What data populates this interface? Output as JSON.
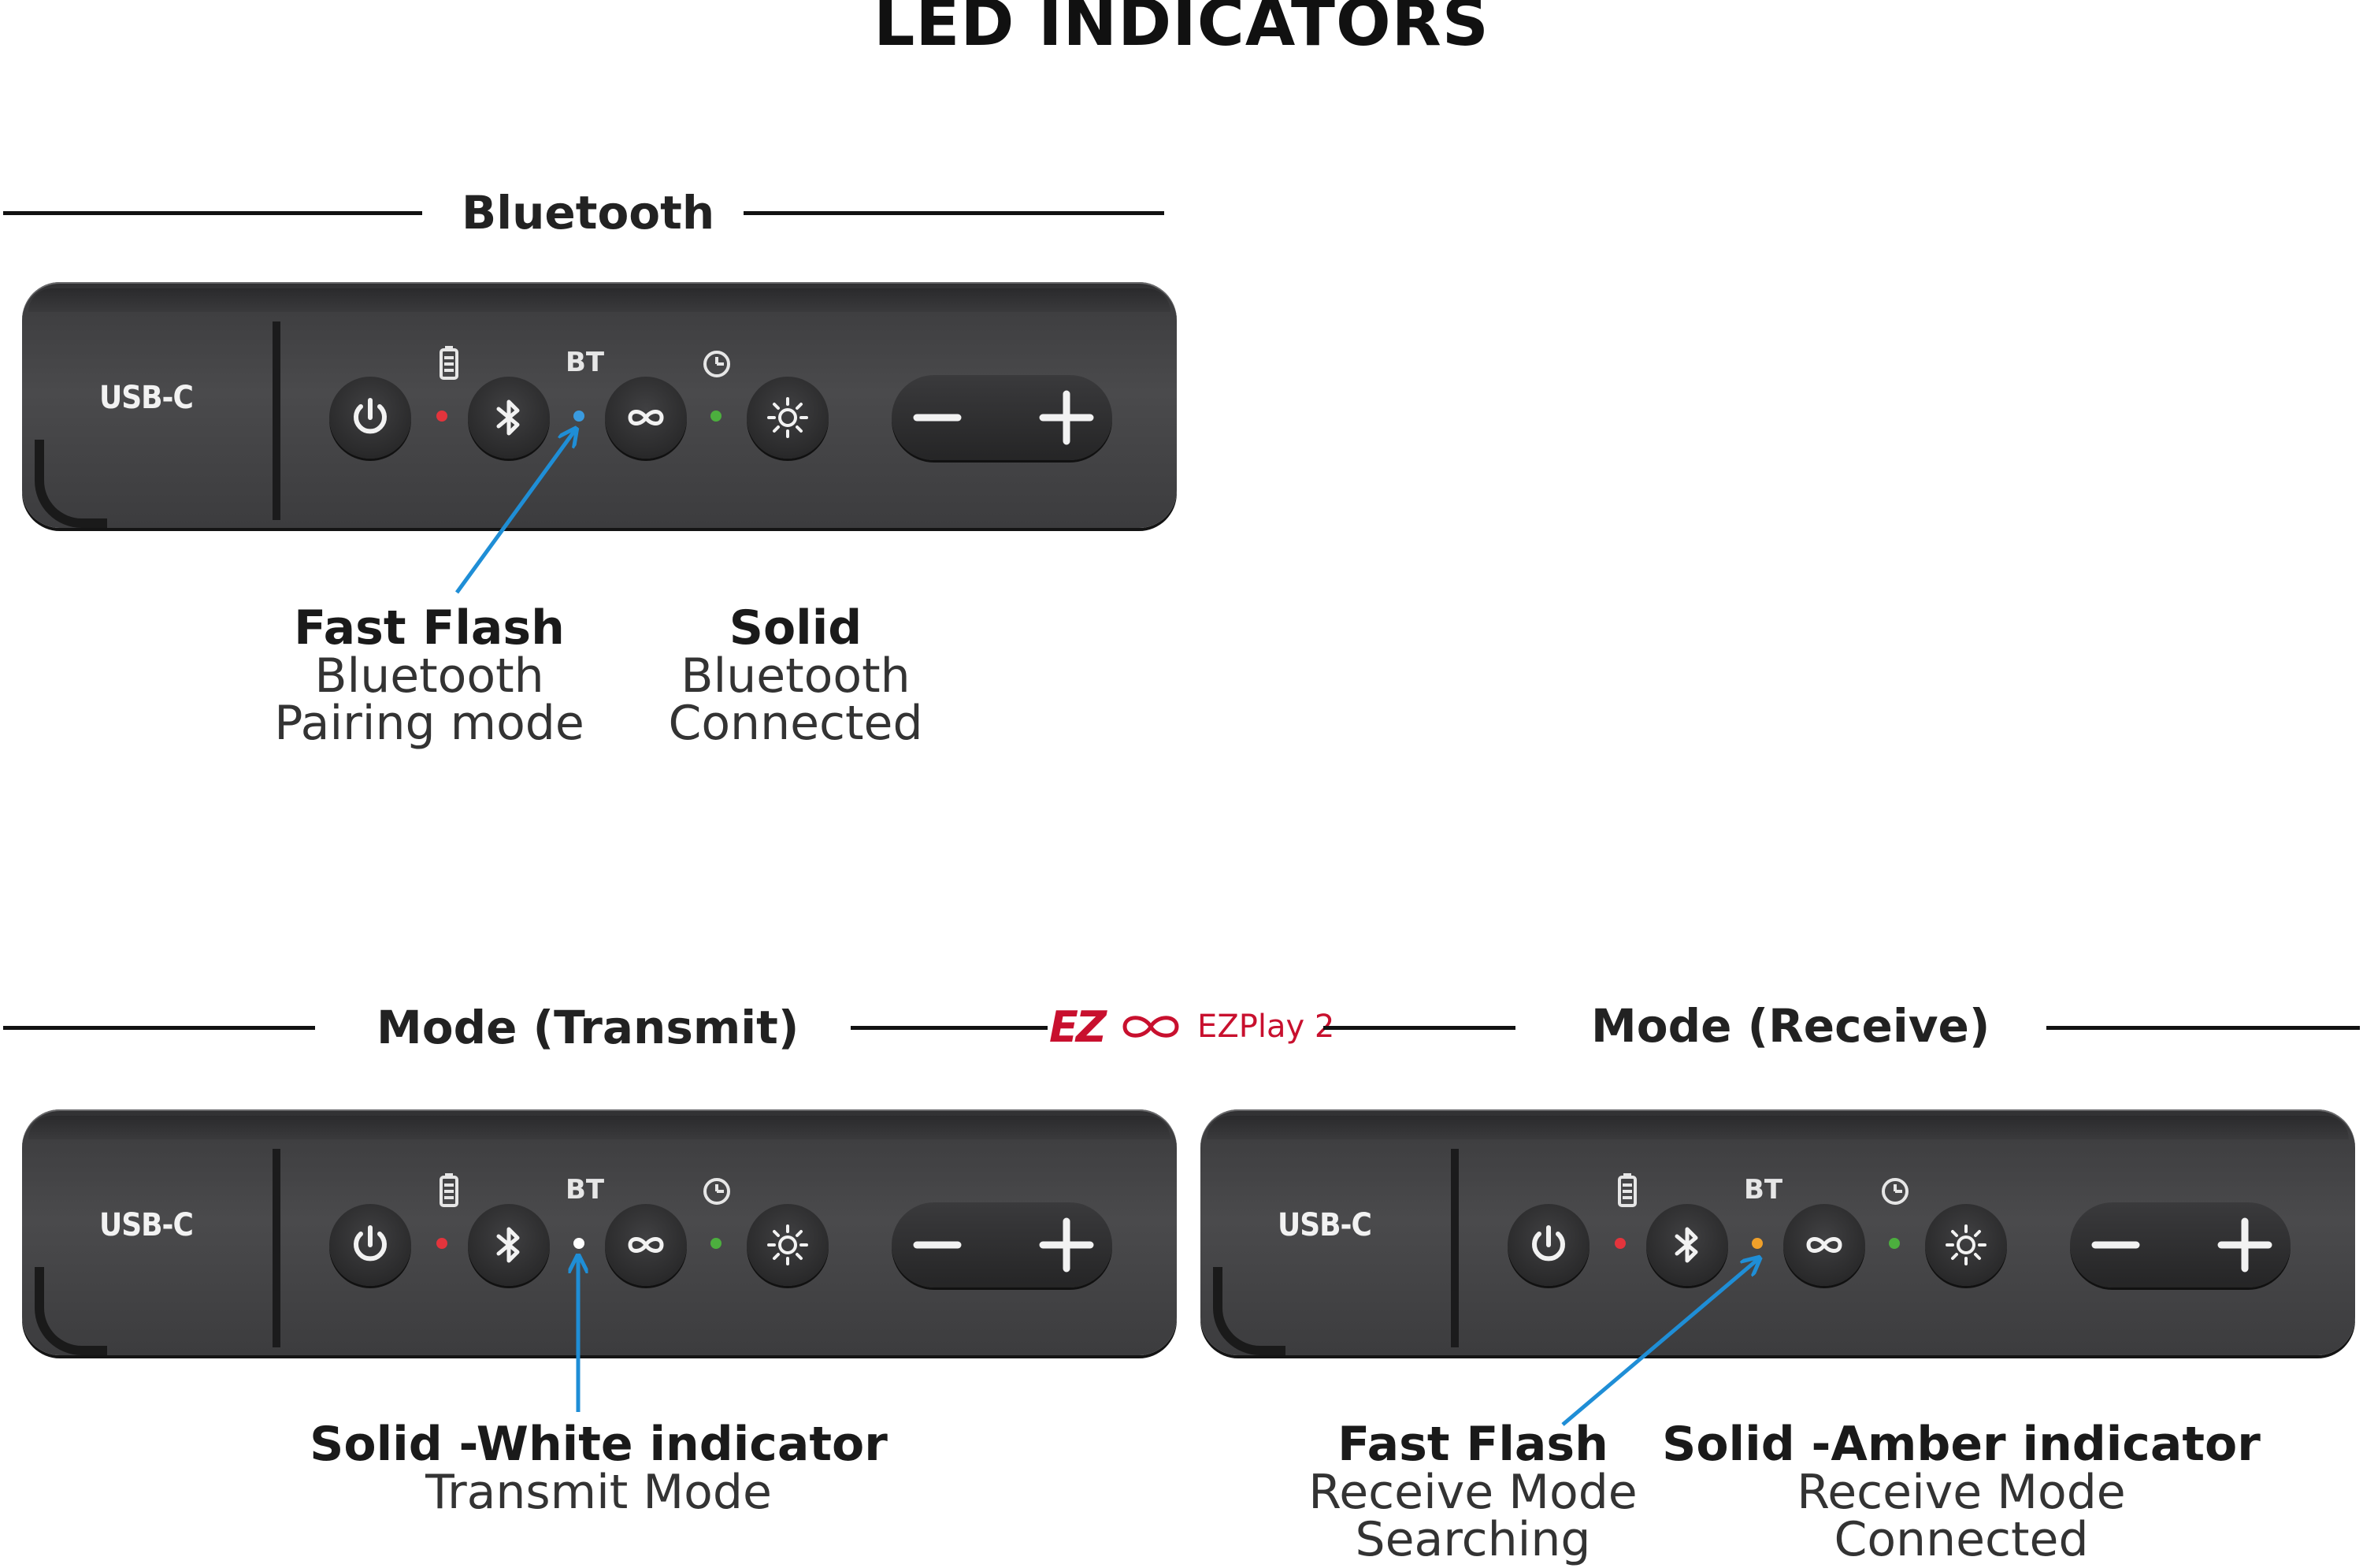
{
  "title": "LED INDICATORS",
  "sections": {
    "bluetooth": "Bluetooth",
    "transmit": "Mode (Transmit)",
    "receive": "Mode (Receive)"
  },
  "brand": {
    "mark": "EZ",
    "text": "EZPlay 2"
  },
  "device": {
    "usb_label": "USB-C",
    "bt_label": "BT"
  },
  "led_colors": {
    "battery": "#e3343c",
    "mode": "#4caf3e",
    "bluetooth_pairing": "#3a9be0",
    "transmit": "#ffffff",
    "receive": "#f0a02a",
    "arrow": "#1f8ed6",
    "brand": "#c8102e"
  },
  "callouts": {
    "bt_fast_flash": {
      "heading": "Fast Flash",
      "line1": "Bluetooth",
      "line2": "Pairing mode"
    },
    "bt_solid": {
      "heading": "Solid",
      "line1": "Bluetooth",
      "line2": "Connected"
    },
    "tx_white": {
      "heading": "Solid -White indicator",
      "line1": "Transmit Mode"
    },
    "rx_fast_flash": {
      "heading": "Fast Flash",
      "line1": "Receive Mode",
      "line2": "Searching"
    },
    "rx_amber": {
      "heading": "Solid -Amber indicator",
      "line1": "Receive Mode",
      "line2": "Connected"
    }
  }
}
